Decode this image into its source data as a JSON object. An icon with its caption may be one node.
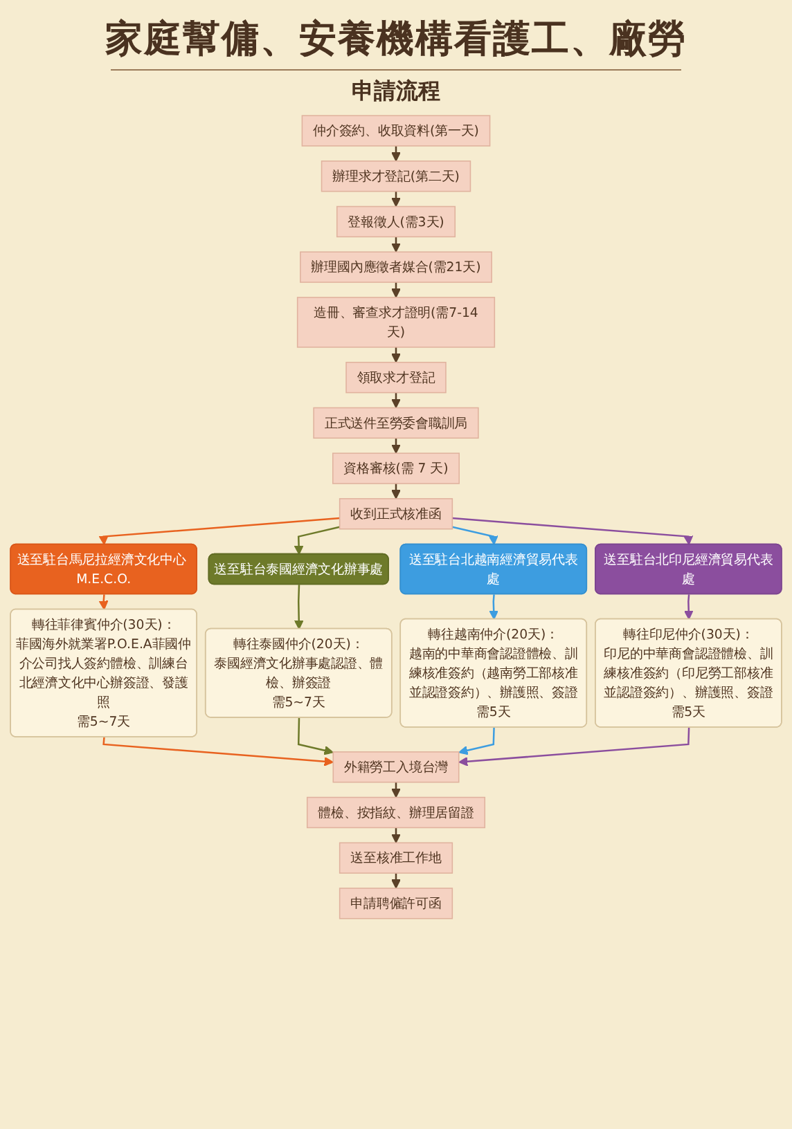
{
  "diagram": {
    "title": "家庭幫傭、安養機構看護工、廠勞",
    "nodes": [
      {
        "text": [
          "仲介簽約、收取資料(第一天)"
        ]
      },
      {
        "text": [
          "辦理求才登記(第二天)"
        ]
      },
      {
        "text": [
          "登報徵人(需3天)"
        ]
      },
      {
        "text": [
          "辦理國內應徵者媒合(需21天)"
        ]
      },
      {
        "text": [
          "造冊、審查求才證明(需7-14天)"
        ]
      },
      {
        "text": [
          "領取求才登記"
        ]
      },
      {
        "text": [
          "正式送件至勞委會職訓局"
        ]
      },
      {
        "text": [
          "資格審核(需 7 天)"
        ]
      },
      {
        "text": [
          "收到正式核准函"
        ]
      },
      {
        "text": [
          "送至駐台馬尼拉經濟文化中心 M.E.C.O."
        ]
      },
      {
        "text": [
          "送至駐台泰國經濟文化辦事處"
        ]
      },
      {
        "text": [
          "送至駐台北越南經濟貿易代表處"
        ]
      },
      {
        "text": [
          "送至駐台北印尼經濟貿易代表處"
        ]
      },
      {
        "text": [
          "轉往菲律賓仲介(30天)：",
          "菲國海外就業署P.O.E.A菲國仲介公司找人簽約體檢、訓練台北經濟文化中心辦簽證、發護照",
          "需5~7天"
        ]
      },
      {
        "text": [
          "轉往泰國仲介(20天)：",
          "泰國經濟文化辦事處認證、體檢、辦簽證",
          "需5~7天"
        ]
      },
      {
        "text": [
          "轉往越南仲介(20天)：",
          "越南的中華商會認證體檢、訓練核准簽約（越南勞工部核准並認證簽約）、辦護照、簽證",
          "需5天"
        ]
      },
      {
        "text": [
          "轉往印尼仲介(30天)：",
          "印尼的中華商會認證體檢、訓練核准簽約（印尼勞工部核准並認證簽約）、辦護照、簽證",
          "需5天"
        ]
      },
      {
        "text": [
          "外籍勞工入境台灣"
        ]
      },
      {
        "text": [
          "體檢、按指紋、辦理居留證"
        ]
      },
      {
        "text": [
          "送至核准工作地"
        ]
      },
      {
        "text": [
          "申請聘僱許可函"
        ]
      }
    ],
    "edges": [
      {
        "from": 0,
        "to": 1,
        "arrow": "to"
      },
      {
        "from": 1,
        "to": 2,
        "arrow": "to"
      },
      {
        "from": 2,
        "to": 3,
        "arrow": "to"
      },
      {
        "from": 3,
        "to": 4,
        "arrow": "to"
      },
      {
        "from": 4,
        "to": 5,
        "arrow": "to"
      },
      {
        "from": 5,
        "to": 6,
        "arrow": "to"
      },
      {
        "from": 6,
        "to": 7,
        "arrow": "to"
      },
      {
        "from": 7,
        "to": 8,
        "arrow": "to"
      },
      {
        "from": 8,
        "to": 9,
        "arrow": "to",
        "color": "#e8621f"
      },
      {
        "from": 8,
        "to": 10,
        "arrow": "to",
        "color": "#6e7a2a"
      },
      {
        "from": 8,
        "to": 11,
        "arrow": "to",
        "color": "#3d9de0"
      },
      {
        "from": 8,
        "to": 12,
        "arrow": "to",
        "color": "#8b4e9e"
      },
      {
        "from": 9,
        "to": 13,
        "arrow": "to",
        "color": "#e8621f"
      },
      {
        "from": 10,
        "to": 14,
        "arrow": "to",
        "color": "#6e7a2a"
      },
      {
        "from": 11,
        "to": 15,
        "arrow": "to",
        "color": "#3d9de0"
      },
      {
        "from": 12,
        "to": 16,
        "arrow": "to",
        "color": "#8b4e9e"
      },
      {
        "from": 13,
        "to": 17,
        "arrow": "to",
        "color": "#e8621f"
      },
      {
        "from": 14,
        "to": 17,
        "arrow": "to",
        "color": "#6e7a2a"
      },
      {
        "from": 15,
        "to": 17,
        "arrow": "to",
        "color": "#3d9de0"
      },
      {
        "from": 16,
        "to": 17,
        "arrow": "to",
        "color": "#8b4e9e"
      },
      {
        "from": 17,
        "to": 18,
        "arrow": "to"
      },
      {
        "from": 18,
        "to": 19,
        "arrow": "to"
      },
      {
        "from": 19,
        "to": 20,
        "arrow": "to"
      }
    ],
    "labels": [
      "申請流程"
    ]
  }
}
